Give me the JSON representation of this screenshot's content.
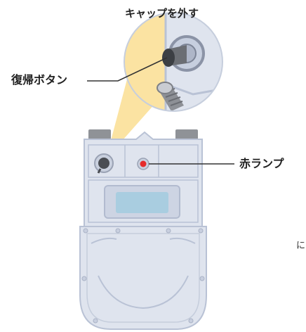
{
  "labels": {
    "remove_cap": "キャップを外す",
    "reset_button": "復帰ボタン",
    "red_lamp": "赤ランプ",
    "edge_fragment": "に"
  },
  "colors": {
    "meter_body": "#dfe4ee",
    "meter_outline": "#b9c2d5",
    "meter_inner": "#cdd4e3",
    "display_window": "#a9cde0",
    "red_lamp": "#e52b2b",
    "beam": "#fbe3a2",
    "caps": "#8f9297",
    "text": "#222222"
  },
  "icons": [
    "reset-button-icon",
    "red-lamp-icon",
    "cap-icon",
    "leader-line"
  ]
}
